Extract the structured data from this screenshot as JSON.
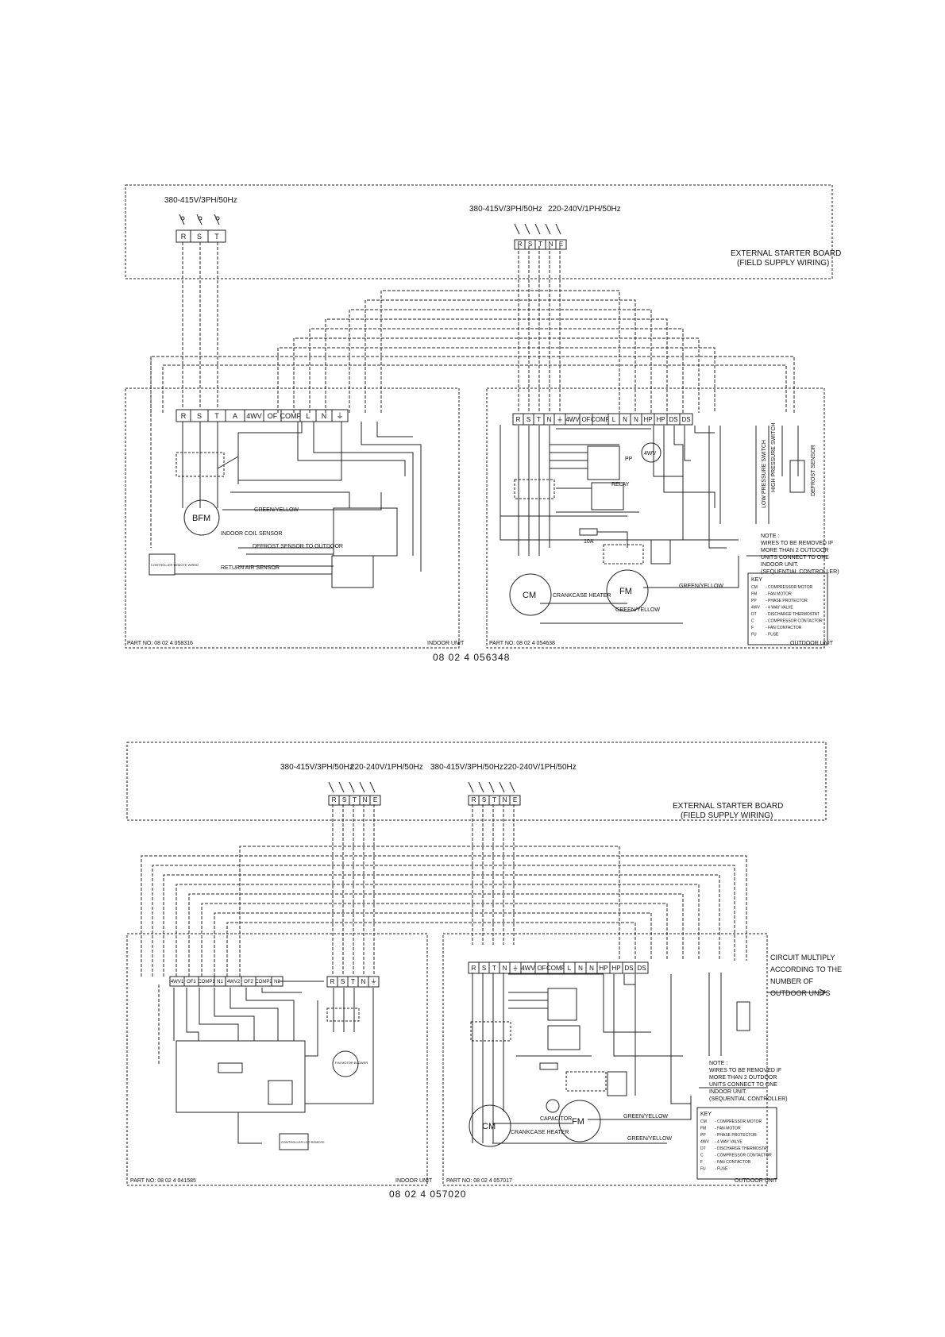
{
  "diagram1": {
    "indoor_supply_label": "380-415V/3PH/50Hz",
    "outdoor_supply_label_a": "380-415V/3PH/50Hz",
    "outdoor_supply_label_b": "220-240V/1PH/50Hz",
    "starter_board_line1": "EXTERNAL STARTER BOARD",
    "starter_board_line2": "(FIELD SUPPLY WIRING)",
    "indoor_terminals": [
      "R",
      "S",
      "T",
      "A",
      "4WV",
      "OF",
      "COMP",
      "L",
      "N",
      "⏚"
    ],
    "outdoor_terminals": [
      "R",
      "S",
      "T",
      "N",
      "⏚",
      "4WV",
      "OF",
      "COMP",
      "L",
      "N",
      "N",
      "HP",
      "HP",
      "DS",
      "DS"
    ],
    "labels": {
      "bfm": "BFM",
      "cm": "CM",
      "fm": "FM",
      "four_wv": "4WV",
      "relay": "RELAY",
      "pp": "PP",
      "green_yellow": "GREEN/YELLOW",
      "indoor_coil_sensor": "INDOOR COIL SENSOR",
      "defrost_sensor": "DEFROST SENSOR TO OUTDOOR",
      "return_air_sensor": "RETURN AIR SENSOR",
      "controller_remote": "CONTROLLER REMOTE WIRED",
      "crankcase_heater": "CRANKCASE HEATER",
      "fuse": "10A",
      "low_pressure_switch": "LOW PRESSURE SWITCH",
      "high_pressure_switch": "HIGH PRESSURE SWITCH",
      "defrost_sensor_out": "DEFROST SENSOR",
      "part_no_indoor": "PART NO: 08 02 4 058316",
      "part_no_outdoor": "PART NO: 08 02 4 054638",
      "indoor_unit": "INDOOR UNIT",
      "outdoor_unit": "OUTDOOR UNIT"
    },
    "note": [
      "NOTE :",
      "WIRES TO BE REMOVED IF",
      "MORE THAN 2 OUTDOOR",
      "UNITS CONNECT TO ONE",
      "INDOOR UNIT.",
      "(SEQUENTIAL CONTROLLER)"
    ],
    "drawing_number": "08 02 4 056348"
  },
  "diagram2": {
    "supply_label_1": "380-415V/3PH/50Hz",
    "supply_label_2": "220-240V/1PH/50Hz",
    "supply_label_3": "380-415V/3PH/50Hz",
    "supply_label_4": "220-240V/1PH/50Hz",
    "starter_board_line1": "EXTERNAL STARTER BOARD",
    "starter_board_line2": "(FIELD SUPPLY WIRING)",
    "indoor_board_terminals": [
      "4WV1",
      "OF1",
      "COMP1",
      "N1",
      "4WV2",
      "OF2",
      "COMP2",
      "N2"
    ],
    "indoor_power_terminals": [
      "R",
      "S",
      "T",
      "N",
      "⏚"
    ],
    "outdoor_terminals": [
      "R",
      "S",
      "T",
      "N",
      "⏚",
      "4WV",
      "OF",
      "COMP",
      "L",
      "N",
      "N",
      "HP",
      "HP",
      "DS",
      "DS"
    ],
    "circuit_note": [
      "CIRCUIT MULTIPLY",
      "ACCORDING TO THE",
      "NUMBER OF",
      "OUTDOOR UNITS"
    ],
    "labels": {
      "fan_motor_blower": "F/M MOTOR BLOWER",
      "controller_lcd": "CONTROLLER LCD REMOTE",
      "capacitor": "CAPACITOR",
      "cm": "CM",
      "fm": "FM",
      "crankcase_heater": "CRANKCASE HEATER",
      "green_yellow": "GREEN/YELLOW",
      "part_no_indoor": "PART NO: 08 02 4 041585",
      "part_no_outdoor": "PART NO: 08 02 4 057017",
      "indoor_unit": "INDOOR UNIT",
      "outdoor_unit": "OUTDOOR UNIT"
    },
    "note": [
      "NOTE :",
      "WIRES TO BE REMOVED IF",
      "MORE THAN 2 OUTDOOR",
      "UNITS CONNECT TO ONE",
      "INDOOR UNIT.",
      "(SEQUENTIAL CONTROLLER)"
    ],
    "drawing_number": "08 02 4 057020"
  },
  "key": [
    [
      "CM",
      "- COMPRESSOR MOTOR"
    ],
    [
      "FM",
      "- FAN MOTOR"
    ],
    [
      "PP",
      "- PHASE PROTECTOR"
    ],
    [
      "4WV",
      "- 4 WAY VALVE"
    ],
    [
      "DT",
      "- DISCHARGE THERMOSTAT"
    ],
    [
      "C",
      "- COMPRESSOR CONTACTOR"
    ],
    [
      "F",
      "- FAN CONTACTOR"
    ],
    [
      "FU",
      "- FUSE"
    ]
  ],
  "key_title": "KEY"
}
